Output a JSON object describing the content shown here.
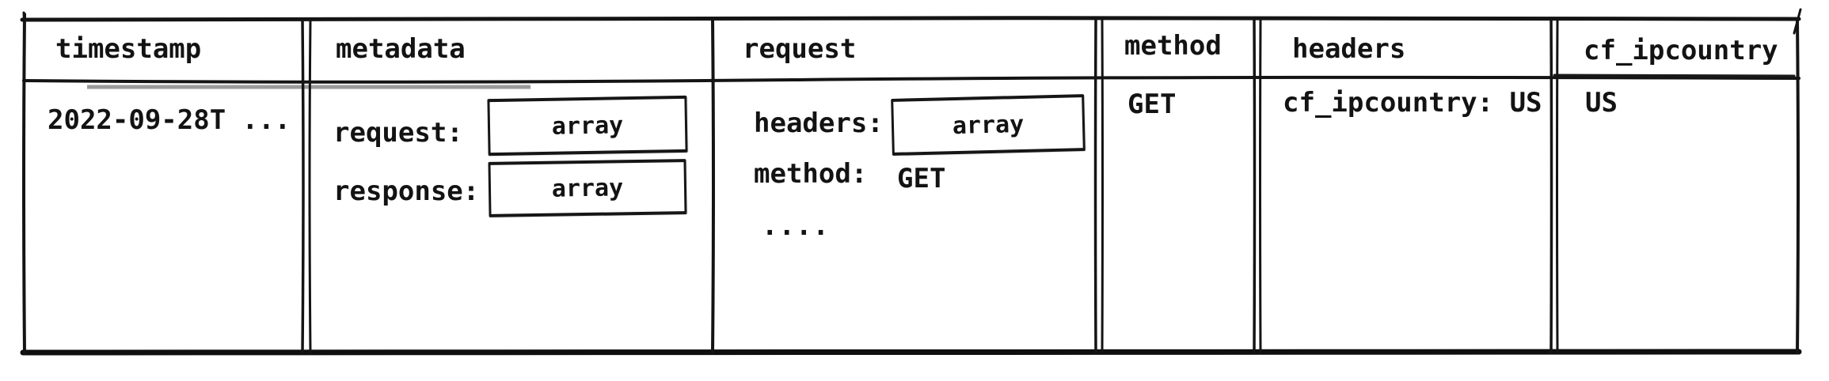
{
  "diagram": {
    "style": "hand-drawn-table",
    "ink_color": "#161616",
    "background_color": "#ffffff"
  },
  "table": {
    "columns": [
      {
        "key": "timestamp",
        "label": "timestamp"
      },
      {
        "key": "metadata",
        "label": "metadata"
      },
      {
        "key": "request",
        "label": "request"
      },
      {
        "key": "method",
        "label": "method"
      },
      {
        "key": "headers",
        "label": "headers"
      },
      {
        "key": "cf_ipcountry",
        "label": "cf_ipcountry"
      }
    ],
    "row": {
      "timestamp": "2022-09-28T ...",
      "metadata": {
        "fields": [
          {
            "name": "request:",
            "value_type": "array"
          },
          {
            "name": "response:",
            "value_type": "array"
          }
        ]
      },
      "request": {
        "fields": [
          {
            "name": "headers:",
            "value_type": "array"
          },
          {
            "name": "method:",
            "value": "GET"
          }
        ],
        "ellipsis": "...."
      },
      "method": "GET",
      "headers": "cf_ipcountry: US",
      "cf_ipcountry": "US"
    }
  }
}
